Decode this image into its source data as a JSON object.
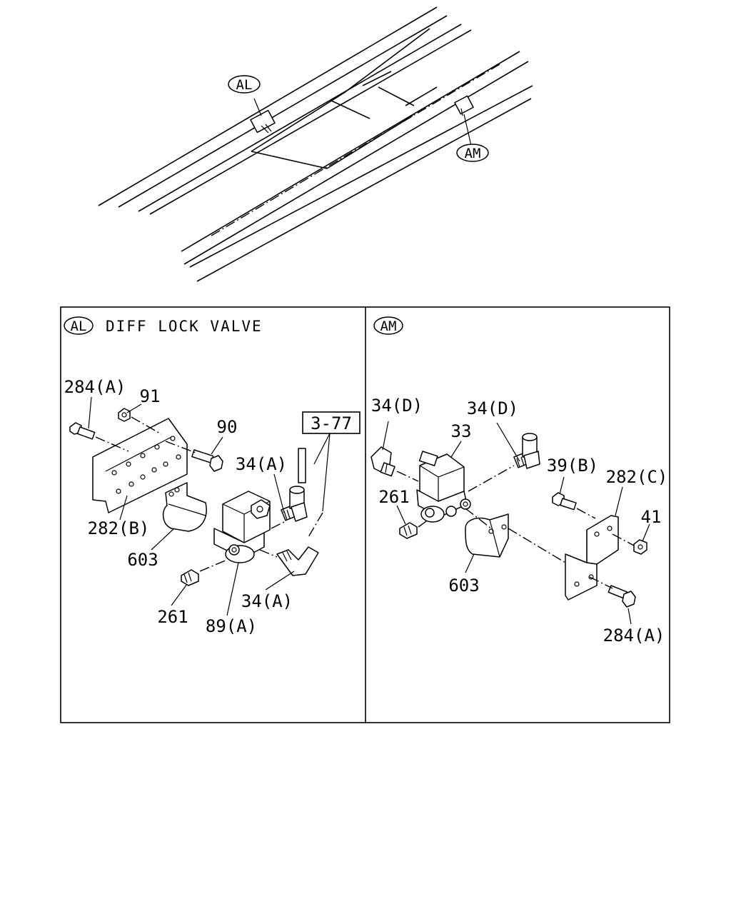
{
  "overview": {
    "marker_al": "AL",
    "marker_am": "AM"
  },
  "panel_al": {
    "badge": "AL",
    "title": "DIFF LOCK VALVE",
    "ref_box": "3-77",
    "labels": {
      "bolt_284a": "284(A)",
      "nut_91": "91",
      "bolt_90": "90",
      "fitting_34a_upper": "34(A)",
      "bracket_282b": "282(B)",
      "cover_603": "603",
      "plug_261": "261",
      "valve_89a": "89(A)",
      "fitting_34a_lower": "34(A)"
    }
  },
  "panel_am": {
    "badge": "AM",
    "labels": {
      "fitting_34d_left": "34(D)",
      "valve_33": "33",
      "fitting_34d_right": "34(D)",
      "bolt_39b": "39(B)",
      "bracket_282c": "282(C)",
      "nut_41": "41",
      "plug_261": "261",
      "cover_603": "603",
      "bolt_284a": "284(A)"
    }
  }
}
